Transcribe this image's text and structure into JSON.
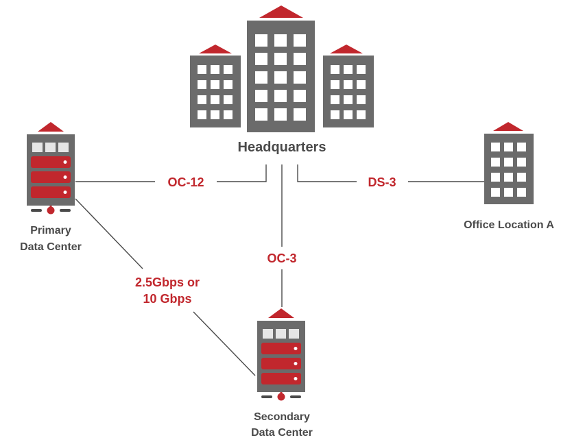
{
  "colors": {
    "building": "#6b6b6b",
    "accent": "#c1272d",
    "line": "#4a4a4a",
    "server_cap": "#e6e6e6",
    "text": "#4a4a4a"
  },
  "nodes": {
    "headquarters": {
      "label": "Headquarters",
      "icon": "office-towers-icon"
    },
    "office_a": {
      "label": "Office Location A",
      "icon": "office-building-icon"
    },
    "primary_dc": {
      "label_line1": "Primary",
      "label_line2": "Data Center",
      "icon": "server-rack-icon"
    },
    "secondary_dc": {
      "label_line1": "Secondary",
      "label_line2": "Data Center",
      "icon": "server-rack-icon"
    }
  },
  "links": {
    "hq_primary": {
      "label": "OC-12"
    },
    "hq_office_a": {
      "label": "DS-3"
    },
    "hq_secondary": {
      "label": "OC-3"
    },
    "primary_secondary": {
      "label_line1": "2.5Gbps or",
      "label_line2": "10 Gbps"
    }
  }
}
